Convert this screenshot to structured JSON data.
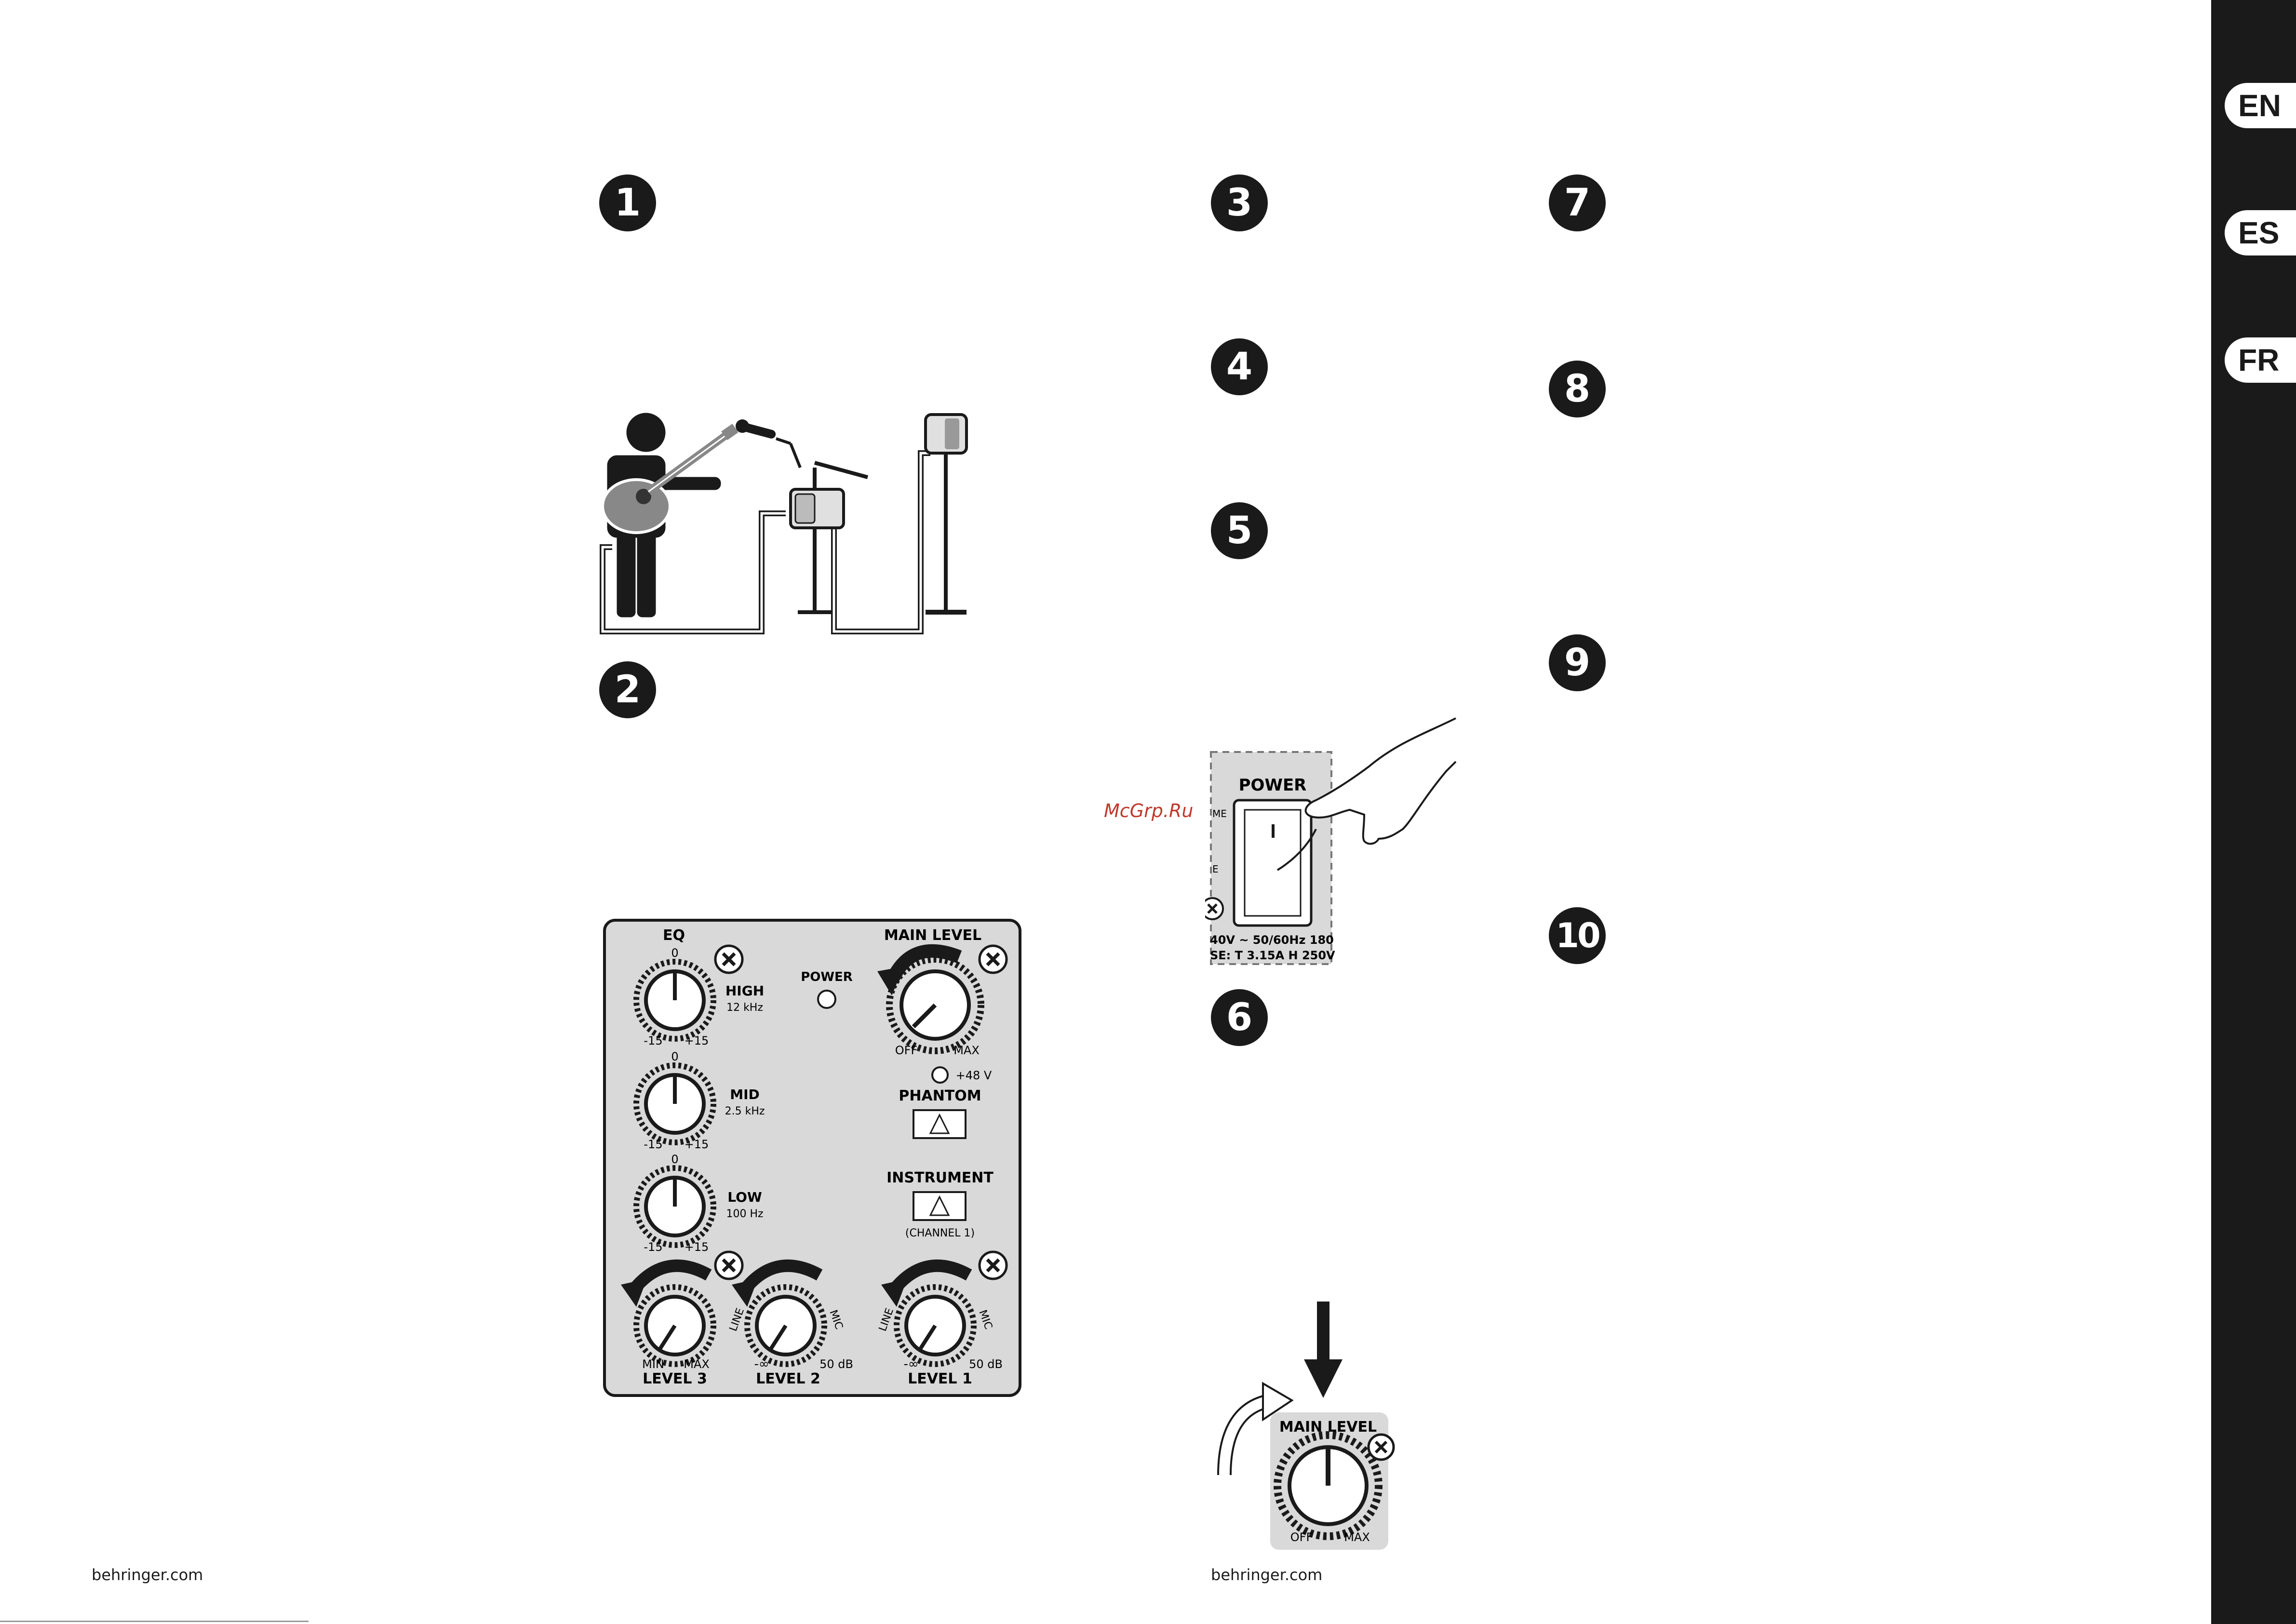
{
  "language_tabs": [
    "EN",
    "ES",
    "FR"
  ],
  "steps": [
    "1",
    "2",
    "3",
    "4",
    "5",
    "6",
    "7",
    "8",
    "9",
    "10"
  ],
  "footer": {
    "left": "behringer.com",
    "right": "behringer.com"
  },
  "watermark": "McGrp.Ru",
  "panel": {
    "eq": "EQ",
    "high": "HIGH",
    "high_freq": "12 kHz",
    "mid": "MID",
    "mid_freq": "2.5 kHz",
    "low": "LOW",
    "low_freq": "100 Hz",
    "zero": "0",
    "minus15": "-15",
    "plus15": "+15",
    "power": "POWER",
    "main_level": "MAIN LEVEL",
    "off": "OFF",
    "max": "MAX",
    "plus48": "+48 V",
    "phantom": "PHANTOM",
    "instrument": "INSTRUMENT",
    "channel1": "(CHANNEL 1)",
    "min": "MIN",
    "level3": "LEVEL 3",
    "level2": "LEVEL 2",
    "level1": "LEVEL 1",
    "line": "LINE",
    "mic": "MIC",
    "neg_inf": "-∞",
    "db50": "50 dB"
  },
  "power_switch": {
    "label": "POWER",
    "side_text": "ME",
    "side_text2": "E",
    "voltage": "40V ~ 50/60Hz 180",
    "fuse": "SE: T 3.15A H 250V"
  },
  "main_level_panel": {
    "label": "MAIN LEVEL",
    "off": "OFF",
    "max": "MAX"
  }
}
